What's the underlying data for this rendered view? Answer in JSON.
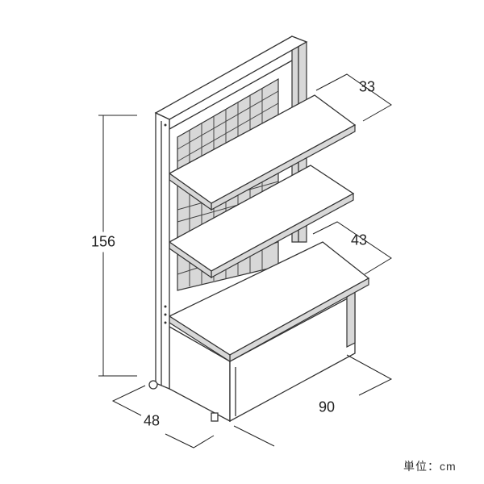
{
  "dimensions": {
    "height": "156",
    "shelf_depth": "33",
    "desk_depth": "43",
    "width": "90",
    "base_depth": "48"
  },
  "unit_label": "単位：cm"
}
